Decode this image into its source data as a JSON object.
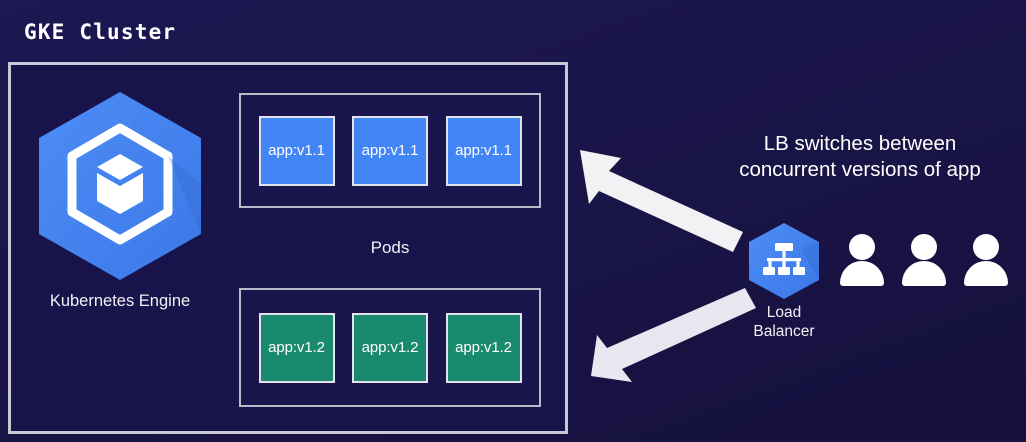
{
  "diagram": {
    "title": "GKE Cluster",
    "background_color": "#191446",
    "border_color": "#c8c8d4"
  },
  "cluster": {
    "engine": {
      "label": "Kubernetes Engine",
      "icon": "kubernetes-engine-hexagon-icon",
      "color": "#4285f4"
    },
    "pods_caption": "Pods",
    "pod_groups": [
      {
        "version": "v1.1",
        "color": "#4285f4",
        "pods": [
          "app:v1.1",
          "app:v1.1",
          "app:v1.1"
        ]
      },
      {
        "version": "v1.2",
        "color": "#1a8a6e",
        "pods": [
          "app:v1.2",
          "app:v1.2",
          "app:v1.2"
        ]
      }
    ]
  },
  "annotation": {
    "line1": "LB switches between",
    "line2": "concurrent versions of app"
  },
  "load_balancer": {
    "icon": "load-balancer-hexagon-icon",
    "label_line1": "Load",
    "label_line2": "Balancer",
    "color": "#4285f4"
  },
  "users": {
    "count": 3,
    "icon": "user-person-icon",
    "color": "#ffffff"
  },
  "arrows": [
    {
      "name": "arrow-to-v1-1-pods",
      "direction": "up-left",
      "color": "#f2f2f5"
    },
    {
      "name": "arrow-to-v1-2-pods",
      "direction": "down-left",
      "color": "#e8e8ee"
    }
  ]
}
